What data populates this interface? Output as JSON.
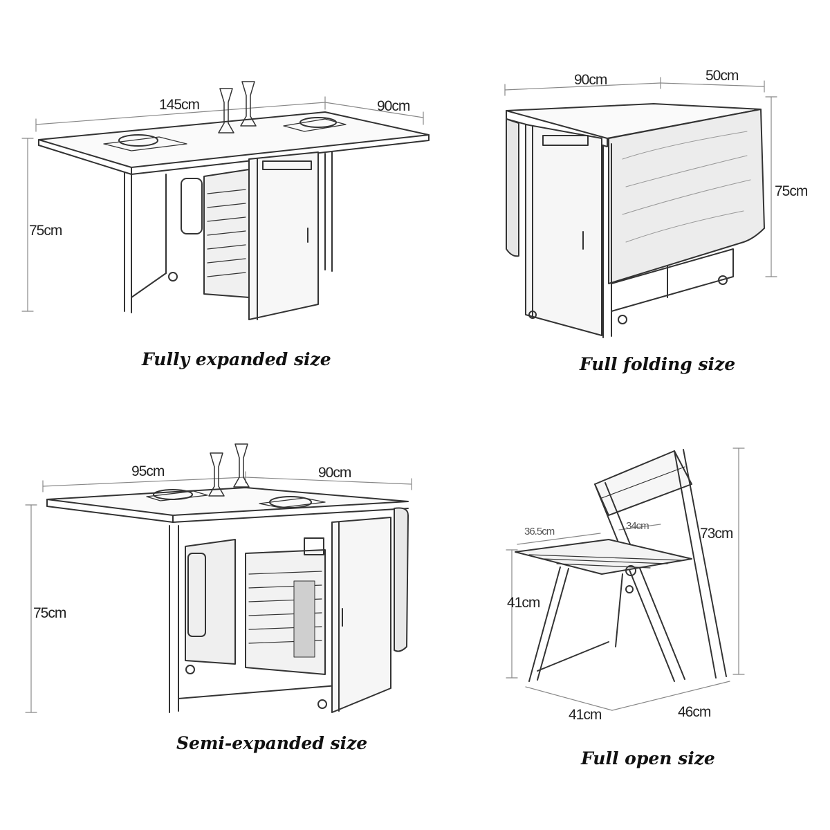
{
  "panels": {
    "expanded": {
      "caption": "Fully expanded size",
      "dims": {
        "length": "145cm",
        "depth": "90cm",
        "height": "75cm"
      }
    },
    "folding": {
      "caption": "Full folding size",
      "dims": {
        "length": "90cm",
        "depth": "50cm",
        "height": "75cm"
      }
    },
    "semi": {
      "caption": "Semi-expanded size",
      "dims": {
        "length": "95cm",
        "depth": "90cm",
        "height": "75cm"
      }
    },
    "chair": {
      "caption": "Full open size",
      "dims": {
        "seat_width": "36.5cm",
        "seat_depth": "34cm",
        "total_height": "73cm",
        "seat_height": "41cm",
        "base_width": "41cm",
        "base_depth": "46cm"
      }
    }
  }
}
